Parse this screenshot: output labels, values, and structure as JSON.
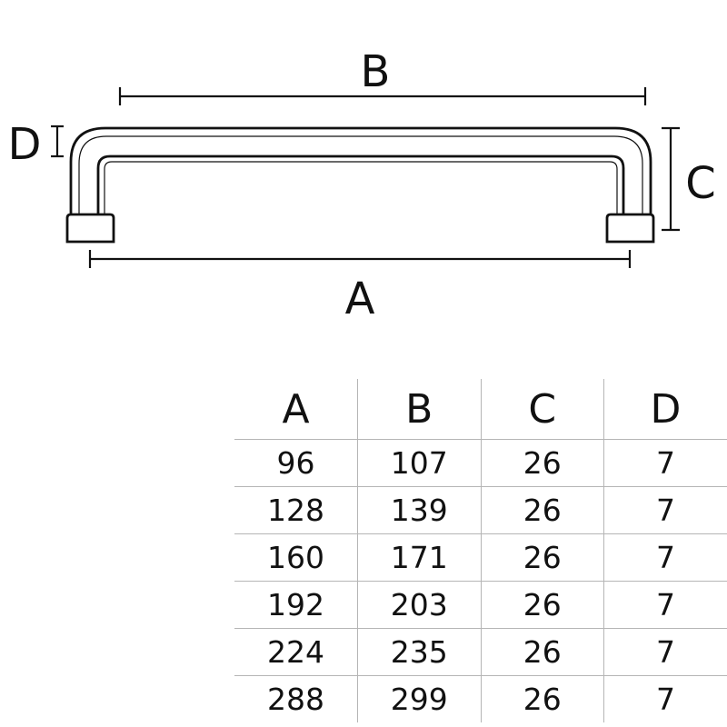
{
  "diagram": {
    "label_a": "A",
    "label_b": "B",
    "label_c": "C",
    "label_d": "D"
  },
  "table": {
    "headers": [
      "A",
      "B",
      "C",
      "D"
    ],
    "rows": [
      [
        "96",
        "107",
        "26",
        "7"
      ],
      [
        "128",
        "139",
        "26",
        "7"
      ],
      [
        "160",
        "171",
        "26",
        "7"
      ],
      [
        "192",
        "203",
        "26",
        "7"
      ],
      [
        "224",
        "235",
        "26",
        "7"
      ],
      [
        "288",
        "299",
        "26",
        "7"
      ]
    ]
  }
}
